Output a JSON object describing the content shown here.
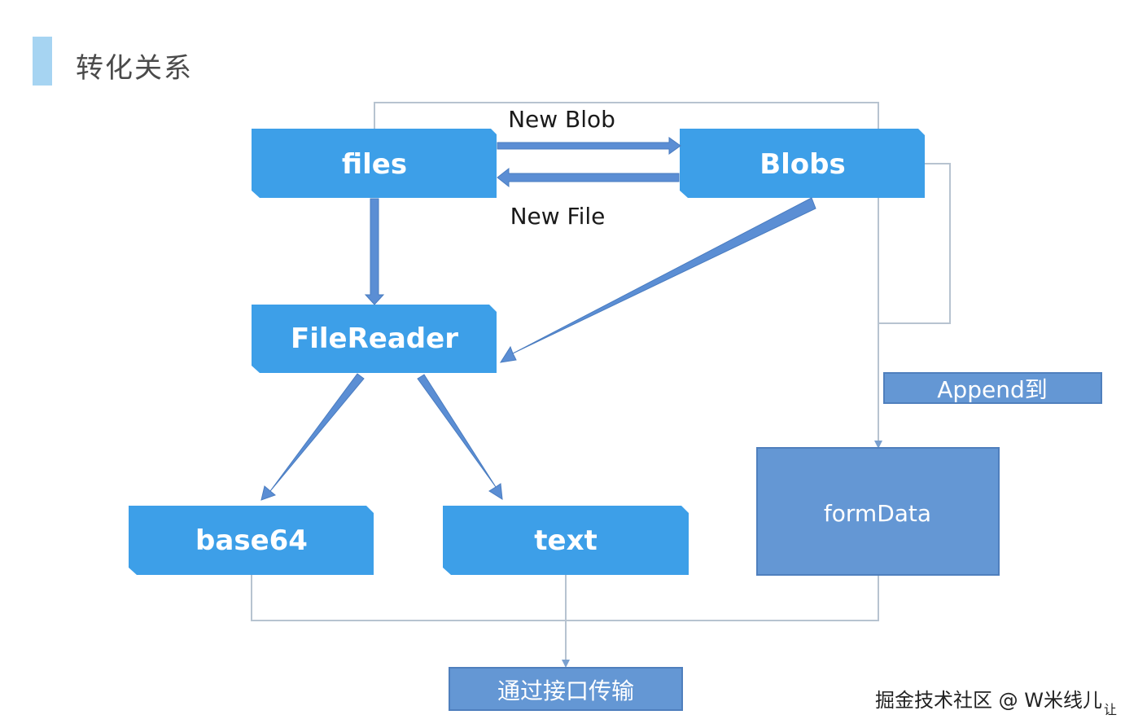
{
  "title": "转化关系",
  "nodes": {
    "files": "files",
    "blobs": "Blobs",
    "filereader": "FileReader",
    "base64": "base64",
    "text": "text",
    "formdata": "formData"
  },
  "edge_labels": {
    "new_blob": "New Blob",
    "new_file": "New File",
    "append": "Append到",
    "transfer": "通过接口传输"
  },
  "watermark": "掘金技术社区 @ W米线儿",
  "watermark_tail": "让",
  "colors": {
    "node_fill": "#3d9fe8",
    "arrow_fill": "#5b8ed4",
    "box_fill": "#6497d4",
    "line": "#b7c3d0",
    "title_bar": "#a6d4f2"
  }
}
